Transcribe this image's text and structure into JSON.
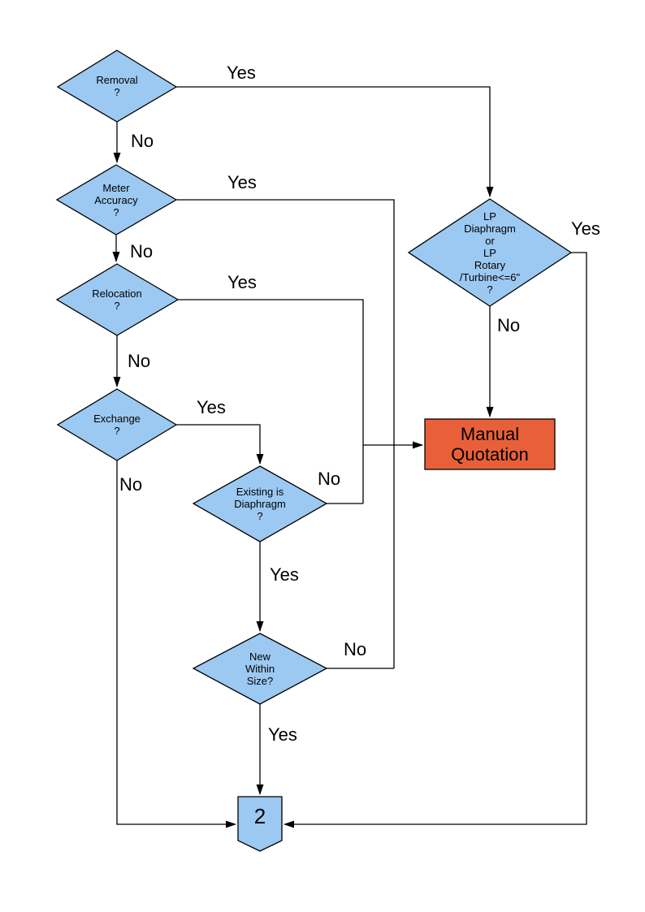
{
  "colors": {
    "decision_fill": "#9CC9F2",
    "process_fill": "#E8603A",
    "connector_fill": "#9CC9F2",
    "line_color": "#000000"
  },
  "nodes": {
    "removal": {
      "label": "Removal\n?"
    },
    "meter_accuracy": {
      "label": "Meter\nAccuracy\n?"
    },
    "relocation": {
      "label": "Relocation\n?"
    },
    "exchange": {
      "label": "Exchange\n?"
    },
    "existing_is_diaphragm": {
      "label": "Existing is\nDiaphragm\n?"
    },
    "new_within_size": {
      "label": "New\nWithin\nSize?"
    },
    "lp_meter": {
      "label": "LP\nDiaphragm\nor\nLP\nRotary\n/Turbine<=6\"\n?"
    },
    "manual_quotation": {
      "label": "Manual\nQuotation"
    },
    "connector_2": {
      "label": "2"
    }
  },
  "edge_labels": {
    "removal_yes": "Yes",
    "removal_no": "No",
    "meter_accuracy_yes": "Yes",
    "meter_accuracy_no": "No",
    "relocation_yes": "Yes",
    "relocation_no": "No",
    "exchange_yes": "Yes",
    "exchange_no": "No",
    "existing_no": "No",
    "existing_yes": "Yes",
    "new_within_size_no": "No",
    "new_within_size_yes": "Yes",
    "lp_yes": "Yes",
    "lp_no": "No"
  }
}
